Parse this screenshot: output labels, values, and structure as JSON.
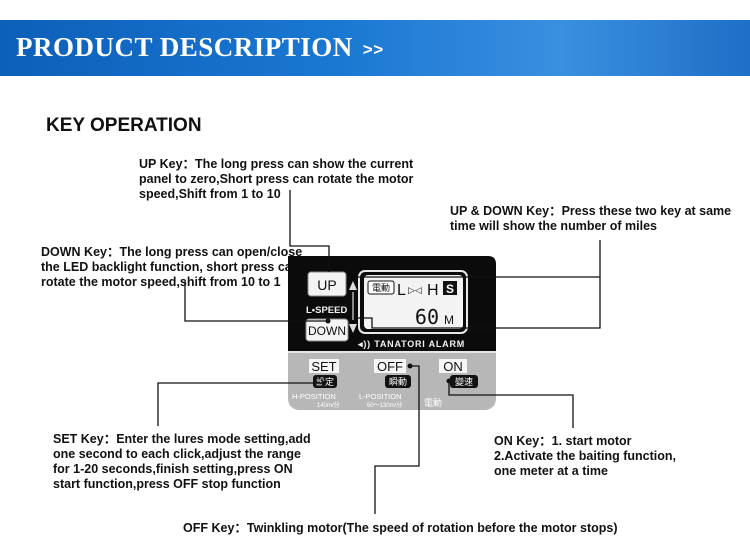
{
  "banner": {
    "title": "PRODUCT DESCRIPTION",
    "arrows": ">>"
  },
  "section_title": "KEY OPERATION",
  "notes": {
    "up": "UP Key：The long press can show the current\npanel to zero,Short press can rotate the motor\nspeed,Shift from 1 to 10",
    "updown": "UP & DOWN Key：Press these two key at same\ntime will show the number of miles",
    "down": "DOWN Key：The long press can open/close\nthe LED backlight function, short press can\n rotate the motor speed,shift from 10 to 1",
    "set": "SET Key：Enter the lures mode setting,add\none second to each click,adjust the range\nfor 1-20 seconds,finish setting,press ON\nstart function,press OFF stop function",
    "on": "ON Key：1. start motor\n            2.Activate the baiting function,\n            one meter at a time",
    "off": "OFF Key：Twinkling motor(The speed of rotation before the motor stops)"
  },
  "panel": {
    "up_label": "UP",
    "down_label": "DOWN",
    "lspeed_label": "L•SPEED",
    "lcd_icon": "電動",
    "lcd_L": "L",
    "lcd_arrows": "▷◁",
    "lcd_H": "H",
    "lcd_S": "S",
    "lcd_value": "60",
    "lcd_unit": "M",
    "brand": "◂)) TANATORI  ALARM",
    "set_label": "SET",
    "set_sub": "設定",
    "off_label": "OFF",
    "off_sub": "瞬動",
    "on_label": "ON",
    "on_sub": "變速",
    "h_position": "H-POSITION",
    "h_speed": "140m/分",
    "l_position": "L-POSITION",
    "l_speed": "60～130m/分",
    "motor_label": "電動"
  }
}
